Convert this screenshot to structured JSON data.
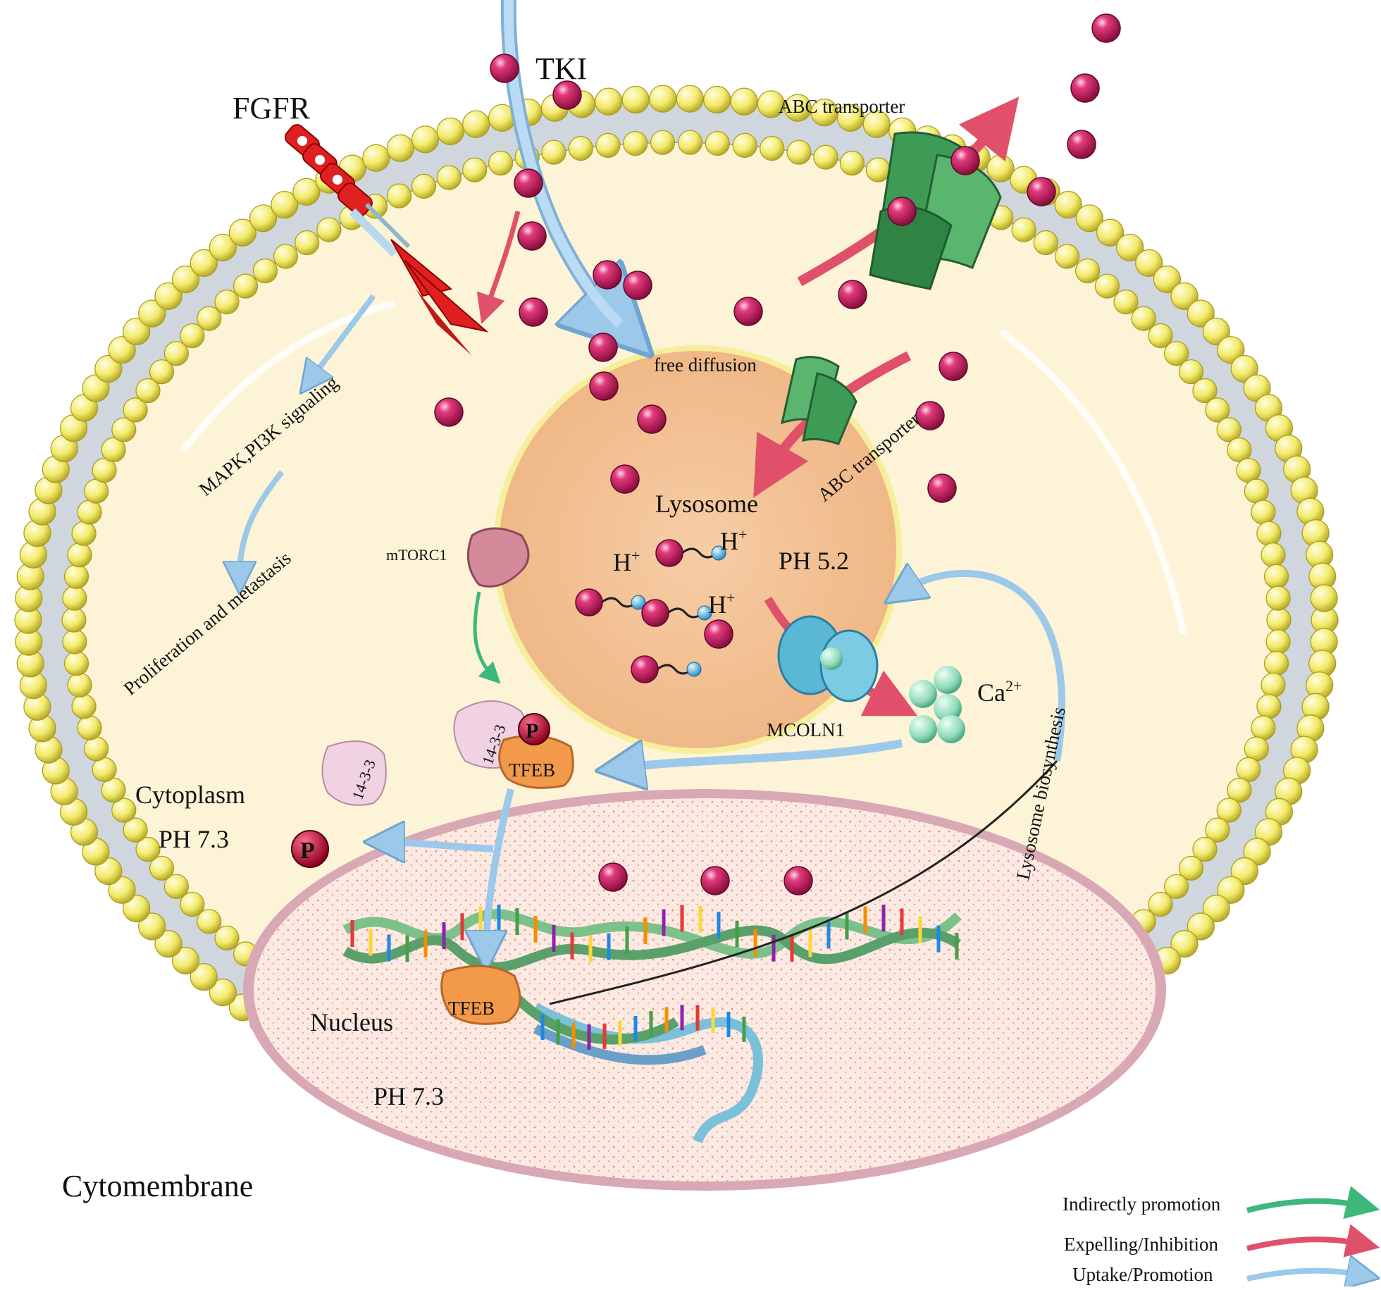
{
  "labels": {
    "tki": "TKI",
    "fgfr": "FGFR",
    "abc_outer": "ABC transporter",
    "abc_lyso": "ABC transporter",
    "free_diffusion": "free diffusion",
    "mapk": "MAPK,PI3K signaling",
    "prolif": "Proliferation and metastasis",
    "lysosome": "Lysosome",
    "lyso_ph": "PH 5.2",
    "mtorc1": "mTORC1",
    "h_plus": "H",
    "h_sup": "+",
    "ca": "Ca",
    "ca_sup": "2+",
    "mcoln1": "MCOLN1",
    "lyso_bio": "Lysosome biosynthesis",
    "tfeb": "TFEB",
    "p": "P",
    "protein_1433": "14-3-3",
    "cytoplasm": "Cytoplasm",
    "cyto_ph": "PH 7.3",
    "nucleus": "Nucleus",
    "nuc_ph": "PH 7.3",
    "cytomembrane": "Cytomembrane"
  },
  "legend": [
    {
      "label": "Indirectly promotion",
      "color": "#3db87a"
    },
    {
      "label": "Expelling/Inhibition",
      "color": "#e0506a"
    },
    {
      "label": "Uptake/Promotion",
      "color": "#9cc8ea"
    }
  ],
  "colors": {
    "cytoplasm": "#fdf3d6",
    "membrane_head": "#f5ee7a",
    "lysosome": "#f4c49a",
    "nucleus": "#fbe9e4",
    "drug": "#c2185b",
    "abc": "#3e9b55",
    "tfeb": "#f2994a",
    "fgfr": "#e02020"
  }
}
